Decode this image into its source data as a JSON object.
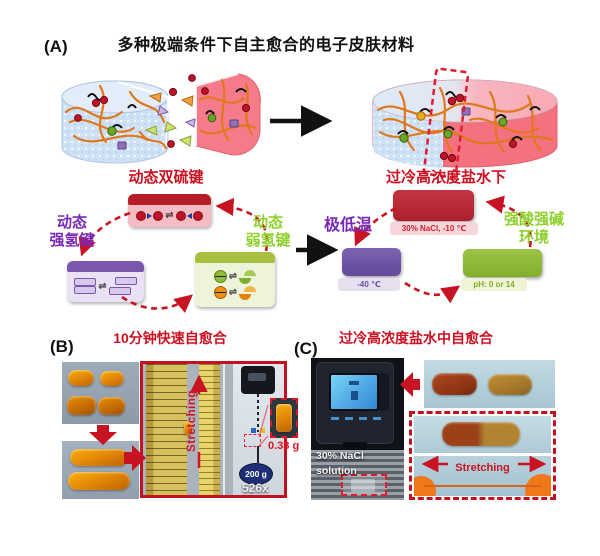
{
  "figure": {
    "panel_a": {
      "label": "(A)",
      "title": "多种极端条件下自主愈合的电子皮肤材料",
      "cycle_left": {
        "top_label": "动态双硫键",
        "left_label_line1": "动态",
        "left_label_line2": "强氢键",
        "right_label_line1": "动态",
        "right_label_line2": "弱氢键",
        "equilibrium": "⇌"
      },
      "cycle_right": {
        "top_label": "过冷高浓度盐水下",
        "left_label": "极低温",
        "right_label_line1": "强酸强碱",
        "right_label_line2": "环境",
        "red_caption": "30% NaCl,  -10 ℃",
        "purple_caption": "-40 ℃",
        "green_caption": "pH: 0 or 14"
      }
    },
    "panel_b": {
      "label": "(B)",
      "title": "10分钟快速自愈合",
      "stretching_label": "Stretching",
      "weight_label": "200 g",
      "magnification_label": "526x",
      "sample_weight_label": "0.38 g"
    },
    "panel_c": {
      "label": "(C)",
      "title": "过冷高浓度盐水中自愈合",
      "solution_line1": "30% NaCl",
      "solution_line2": "solution",
      "stretching_label": "Stretching"
    }
  },
  "colors": {
    "red_accent": "#cc1020",
    "purple_accent": "#6a28a8",
    "green_accent": "#8cc028",
    "network_orange": "#e0781e",
    "cylinder_blue": "#cfe1f4",
    "cylinder_pink": "#f47583",
    "arrow_red": "#c81422"
  }
}
